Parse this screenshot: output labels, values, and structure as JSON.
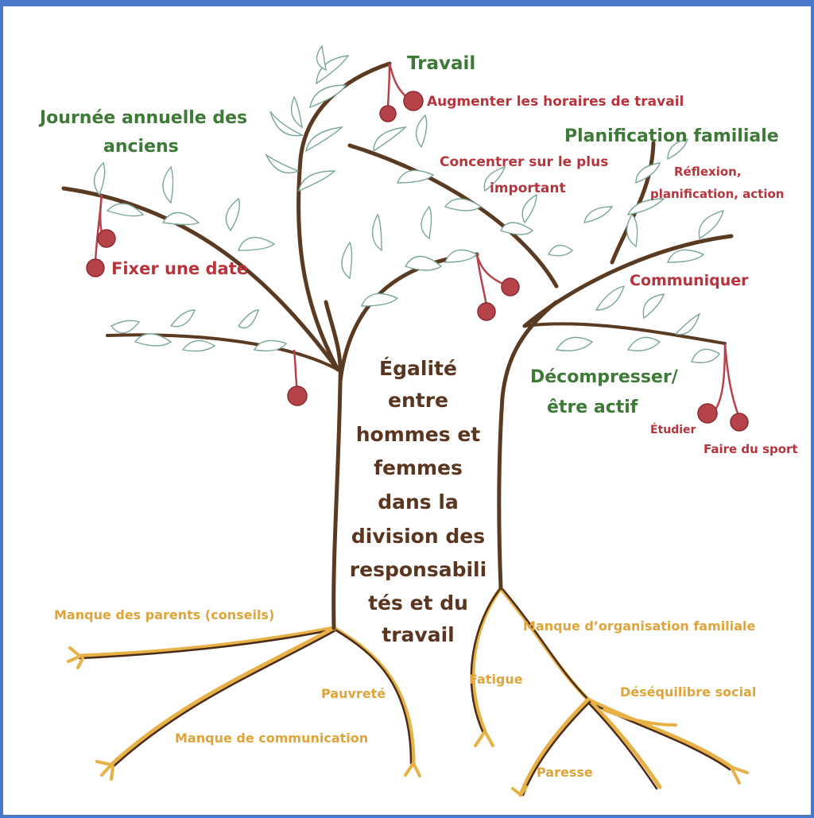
{
  "trunk_text": [
    "Égalité",
    "entre",
    "hommes et",
    "femmes",
    "dans la",
    "division des",
    "responsabili",
    "tés et du",
    "travail"
  ],
  "branches": {
    "travail": "Travail",
    "journee_line1": "Journée annuelle des",
    "journee_line2": "anciens",
    "planification": "Planification familiale",
    "decompresser_line1": "Décompresser/",
    "decompresser_line2": "être actif"
  },
  "fruits": {
    "augmenter": "Augmenter les horaires de travail",
    "concentrer_line1": "Concentrer sur le plus",
    "concentrer_line2": "important",
    "reflexion_line1": "Réflexion,",
    "reflexion_line2": "planification, action",
    "fixer": "Fixer une date",
    "communiquer": "Communiquer",
    "etudier": "Étudier",
    "faire_sport": "Faire du sport"
  },
  "roots": {
    "parents": "Manque des parents (conseils)",
    "organisation": "Manque d’organisation familiale",
    "fatigue": "Fatigue",
    "pauvrete": "Pauvreté",
    "desequilibre": "Déséquilibre social",
    "communication": "Manque de communication",
    "paresse": "Paresse"
  },
  "colors": {
    "frame": "#4a79c9",
    "branch_label": "#3e7a37",
    "fruit_label": "#b7343c",
    "root_label": "#e0a43a",
    "trunk_text": "#5a3520"
  }
}
